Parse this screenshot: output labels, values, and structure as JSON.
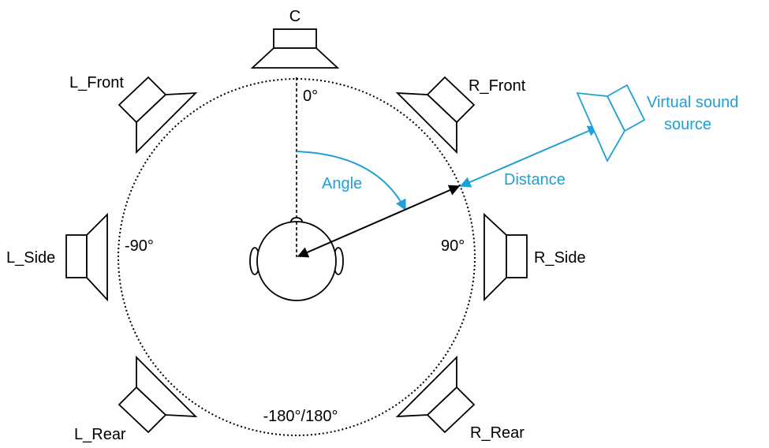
{
  "speakers": {
    "center": "C",
    "left_front": "L_Front",
    "right_front": "R_Front",
    "left_side": "L_Side",
    "right_side": "R_Side",
    "left_rear": "L_Rear",
    "right_rear": "R_Rear"
  },
  "angles": {
    "front": "0°",
    "left": "-90°",
    "right": "90°",
    "rear": "-180°/180°"
  },
  "annotations": {
    "angle": "Angle",
    "distance": "Distance",
    "virtual_source_line1": "Virtual sound",
    "virtual_source_line2": "source"
  },
  "colors": {
    "accent": "#1ea0d8",
    "line": "#000000"
  }
}
